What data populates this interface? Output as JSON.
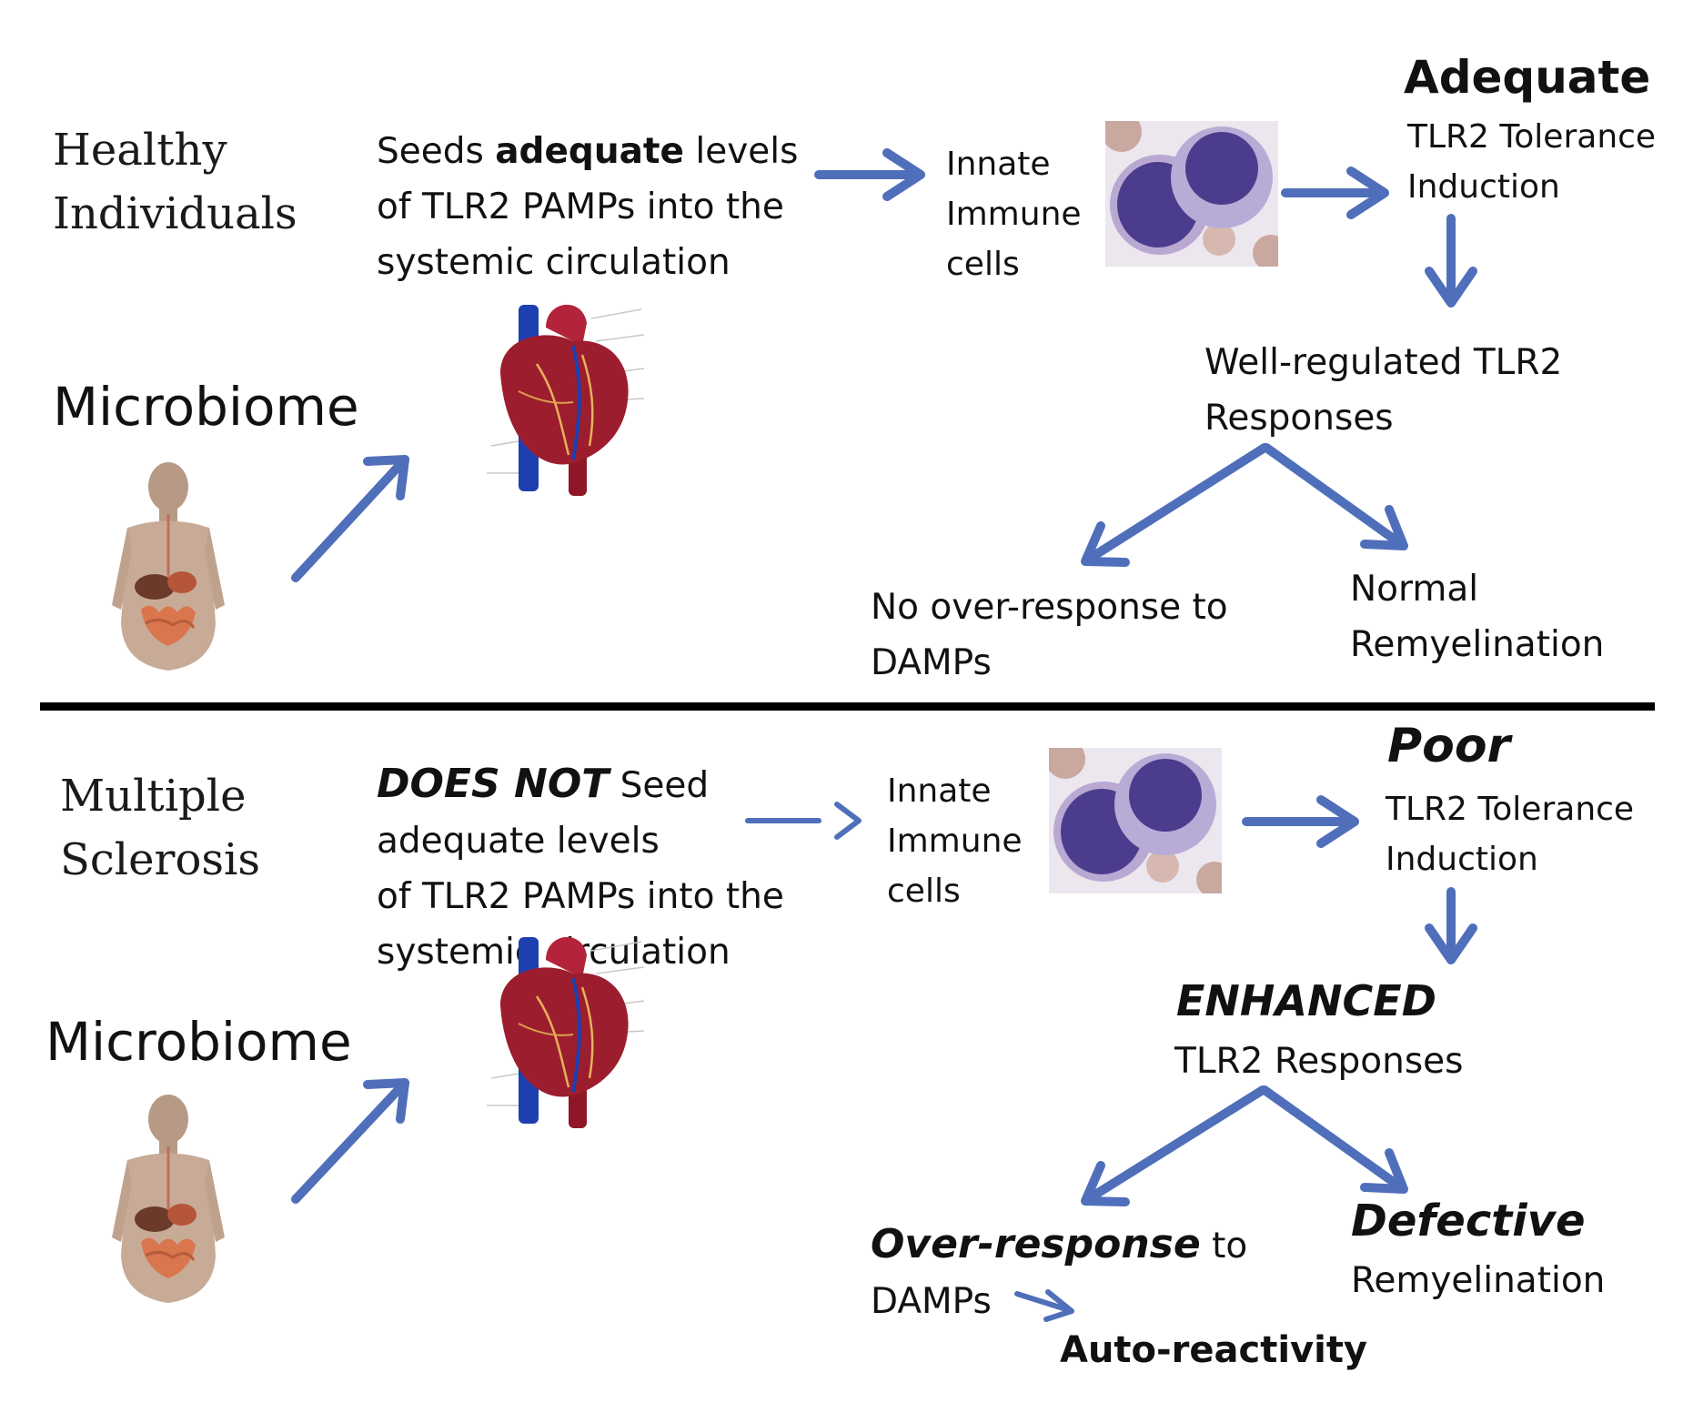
{
  "colors": {
    "arrow": "#4f6fba",
    "divider": "#000000",
    "cell_nucleus": "#4b3c8e",
    "heart": "#9c1e2e",
    "vessel": "#1d3fb0"
  },
  "healthy": {
    "title_1": "Healthy",
    "title_2": "Individuals",
    "microbiome": "Microbiome",
    "seeds_1_pre": "Seeds ",
    "seeds_1_bold": "adequate",
    "seeds_1_post": " levels",
    "seeds_2": "of TLR2 PAMPs into the",
    "seeds_3": "systemic circulation",
    "innate_1": "Innate",
    "innate_2": "Immune",
    "innate_3": "cells",
    "tolerance_head": "Adequate",
    "tolerance_1": "TLR2 Tolerance",
    "tolerance_2": "Induction",
    "response_1": "Well-regulated TLR2",
    "response_2": "Responses",
    "outcome_left_1": "No over-response to",
    "outcome_left_2": "DAMPs",
    "outcome_right_1": "Normal",
    "outcome_right_2": "Remyelination"
  },
  "ms": {
    "title_1": "Multiple",
    "title_2": "Sclerosis",
    "microbiome": "Microbiome",
    "seeds_1_bold": "DOES NOT",
    "seeds_1_post": " Seed",
    "seeds_2": "adequate levels",
    "seeds_3": "of TLR2 PAMPs into the",
    "seeds_4": "systemic circulation",
    "innate_1": "Innate",
    "innate_2": "Immune",
    "innate_3": "cells",
    "tolerance_head": "Poor",
    "tolerance_1": "TLR2 Tolerance",
    "tolerance_2": "Induction",
    "response_head": "ENHANCED",
    "response_1": "TLR2 Responses",
    "outcome_left_bold": "Over-response",
    "outcome_left_post": " to",
    "outcome_left_2": "DAMPs",
    "autoreactivity": "Auto-reactivity",
    "outcome_right_head": "Defective",
    "outcome_right_2": "Remyelination"
  }
}
